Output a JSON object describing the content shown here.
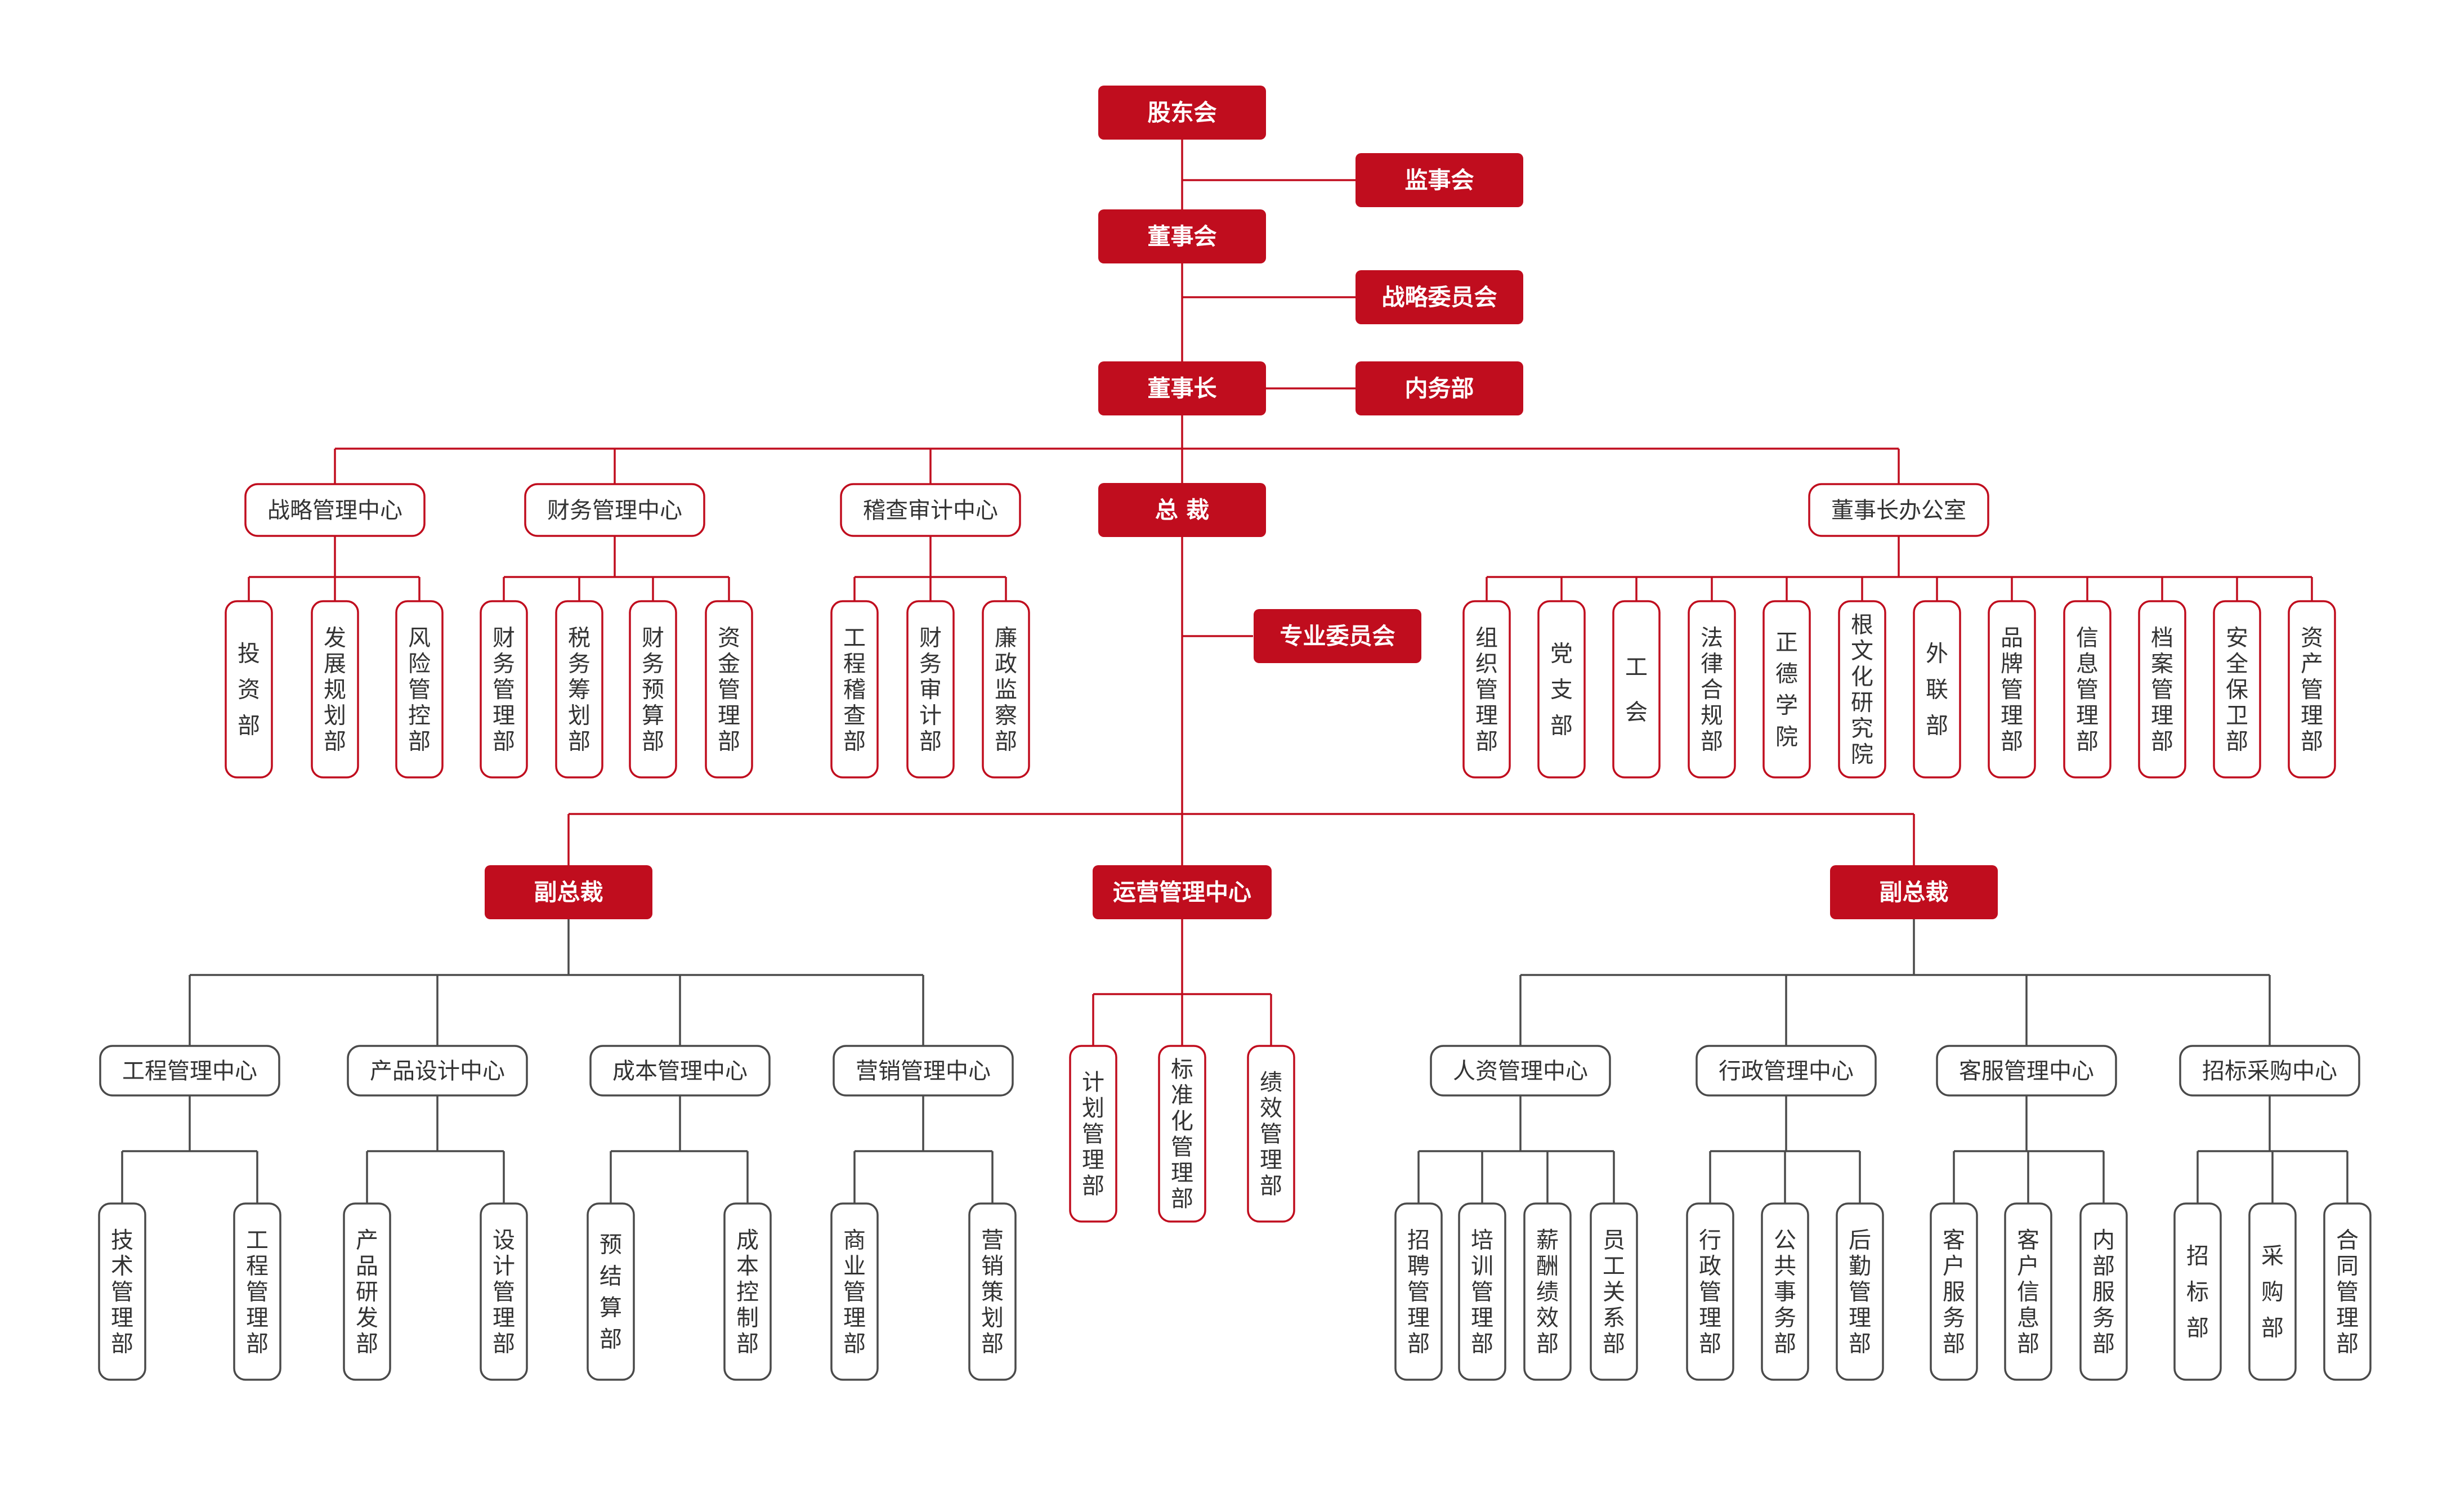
{
  "colors": {
    "accent": "#c00d1e",
    "neutral": "#4a4a4a",
    "text": "#333333",
    "background": "#ffffff"
  },
  "top": {
    "shareholders": "股东会",
    "supervisors": "监事会",
    "board": "董事会",
    "strategy_committee": "战略委员会",
    "chairman": "董事长",
    "internal_affairs": "内务部",
    "president": "总 裁",
    "professional_committee": "专业委员会"
  },
  "centers": {
    "strategy": {
      "label": "战略管理中心",
      "depts": [
        "投资部",
        "发展规划部",
        "风险管控部"
      ]
    },
    "finance": {
      "label": "财务管理中心",
      "depts": [
        "财务管理部",
        "税务筹划部",
        "财务预算部",
        "资金管理部"
      ]
    },
    "audit": {
      "label": "稽查审计中心",
      "depts": [
        "工程稽查部",
        "财务审计部",
        "廉政监察部"
      ]
    },
    "chairman_office": {
      "label": "董事长办公室",
      "depts": [
        "组织管理部",
        "党支部",
        "工会",
        "法律合规部",
        "正德学院",
        "根文化研究院",
        "外联部",
        "品牌管理部",
        "信息管理部",
        "档案管理部",
        "安全保卫部",
        "资产管理部"
      ]
    }
  },
  "vp_left": {
    "label": "副总裁",
    "centers": [
      {
        "label": "工程管理中心",
        "depts": [
          "技术管理部",
          "工程管理部"
        ]
      },
      {
        "label": "产品设计中心",
        "depts": [
          "产品研发部",
          "设计管理部"
        ]
      },
      {
        "label": "成本管理中心",
        "depts": [
          "预结算部",
          "成本控制部"
        ]
      },
      {
        "label": "营销管理中心",
        "depts": [
          "商业管理部",
          "营销策划部"
        ]
      }
    ]
  },
  "operations": {
    "label": "运营管理中心",
    "depts": [
      "计划管理部",
      "标准化管理部",
      "绩效管理部"
    ]
  },
  "vp_right": {
    "label": "副总裁",
    "centers": [
      {
        "label": "人资管理中心",
        "depts": [
          "招聘管理部",
          "培训管理部",
          "薪酬绩效部",
          "员工关系部"
        ]
      },
      {
        "label": "行政管理中心",
        "depts": [
          "行政管理部",
          "公共事务部",
          "后勤管理部"
        ]
      },
      {
        "label": "客服管理中心",
        "depts": [
          "客户服务部",
          "客户信息部",
          "内部服务部"
        ]
      },
      {
        "label": "招标采购中心",
        "depts": [
          "招标部",
          "采购部",
          "合同管理部"
        ]
      }
    ]
  }
}
